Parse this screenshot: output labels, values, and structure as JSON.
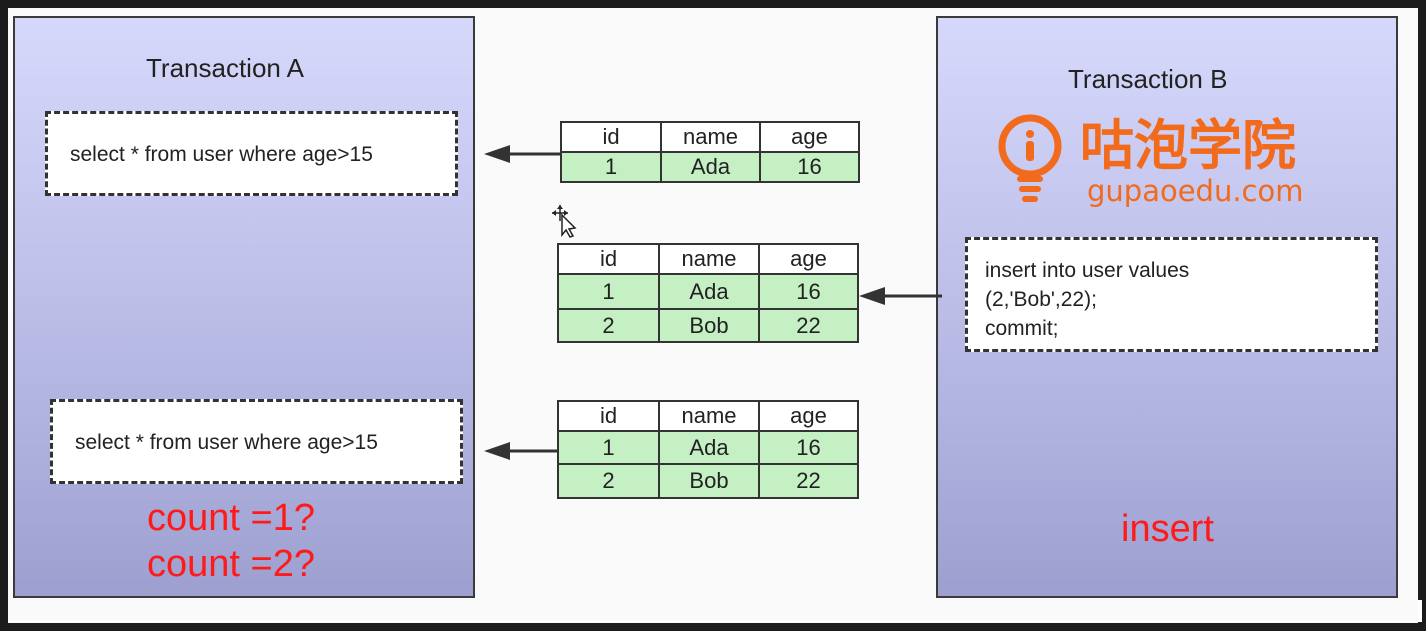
{
  "transaction_a": {
    "title": "Transaction A",
    "query_1": "select * from user where age>15",
    "query_2": "select * from user where age>15",
    "count_1": "count =1?",
    "count_2": "count =2?"
  },
  "transaction_b": {
    "title": "Transaction B",
    "logo_cn": "咕泡学院",
    "logo_url": "gupaoedu.com",
    "statement_lines": [
      "insert into user values",
      "(2,'Bob',22);",
      "commit;"
    ],
    "label": "insert"
  },
  "tables": [
    {
      "headers": [
        "id",
        "name",
        "age"
      ],
      "rows": [
        [
          "1",
          "Ada",
          "16"
        ]
      ]
    },
    {
      "headers": [
        "id",
        "name",
        "age"
      ],
      "rows": [
        [
          "1",
          "Ada",
          "16"
        ],
        [
          "2",
          "Bob",
          "22"
        ]
      ]
    },
    {
      "headers": [
        "id",
        "name",
        "age"
      ],
      "rows": [
        [
          "1",
          "Ada",
          "16"
        ],
        [
          "2",
          "Bob",
          "22"
        ]
      ]
    }
  ],
  "colors": {
    "panel_border": "#3a3a3a",
    "table_row_fill": "#c4f0c4",
    "annotation_red": "#ff1a1a",
    "logo_orange": "#f26a1b"
  }
}
